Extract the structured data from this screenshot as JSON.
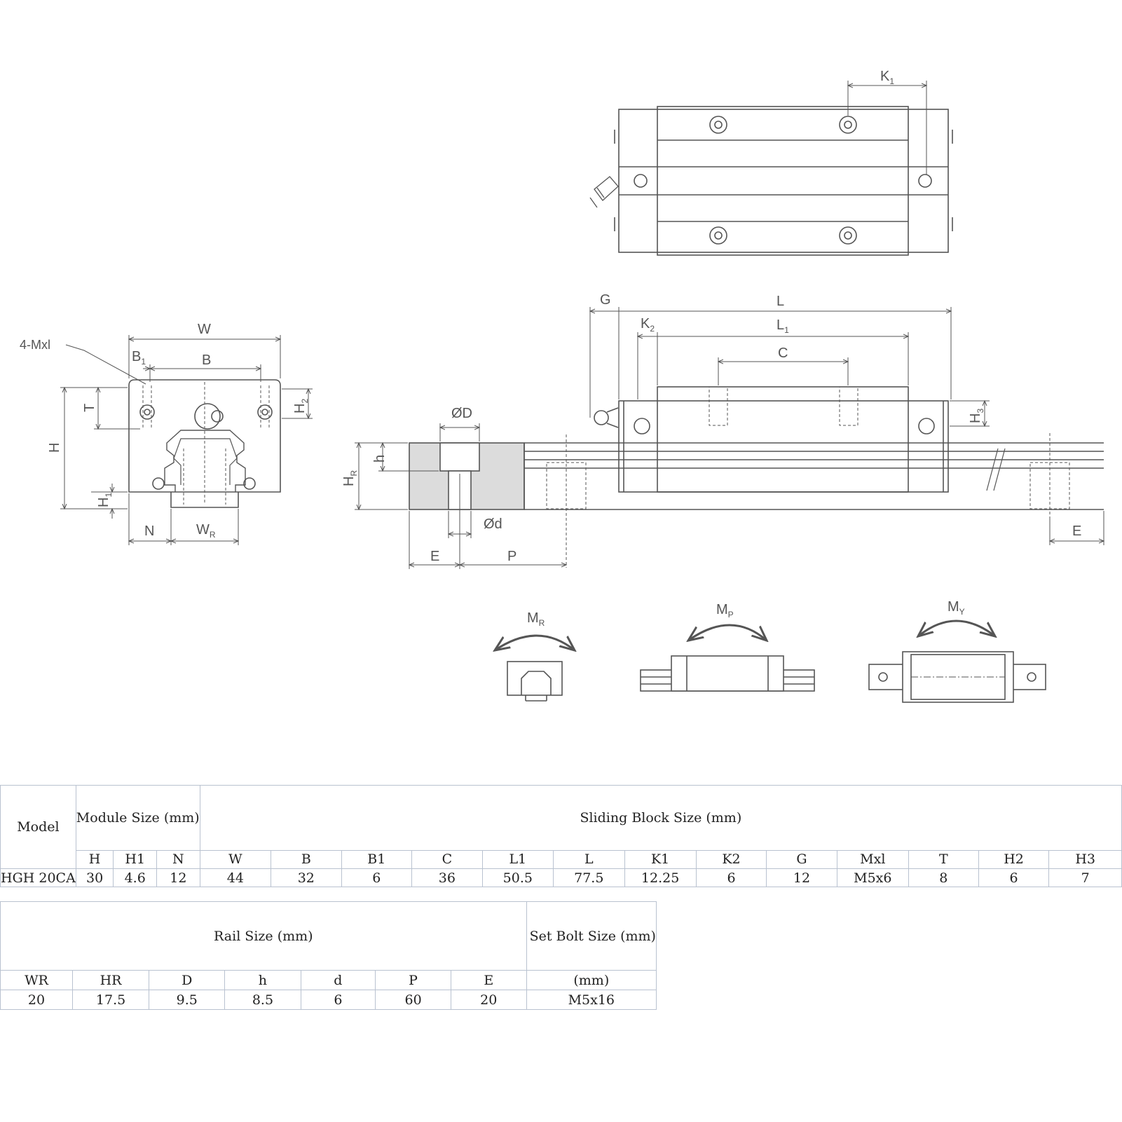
{
  "labels": {
    "k1": "K",
    "mxl": "4-Mxl",
    "b1": "B",
    "w": "W",
    "b": "B",
    "t": "T",
    "h": "H",
    "h1": "H",
    "h2": "H",
    "n": "N",
    "wr": "W",
    "g": "G",
    "l": "L",
    "k2": "K",
    "l1": "L",
    "c": "C",
    "h3": "H",
    "od_big": "ØD",
    "od_small": "Ød",
    "hr": "H",
    "h_small": "h",
    "e_left": "E",
    "p": "P",
    "e_right": "E",
    "mr": "M",
    "mp": "M",
    "my": "M"
  },
  "subscripts": {
    "k1": "1",
    "b1": "1",
    "h1": "1",
    "h2": "2",
    "wr": "R",
    "k2": "2",
    "l1": "1",
    "h3": "3",
    "hr": "R",
    "mr": "R",
    "mp": "P",
    "my": "Y"
  },
  "block_table": {
    "model_header": "Model",
    "module_header": "Module\nSize\n(mm)",
    "sliding_header": "Sliding Block Size (mm)",
    "module_cols": [
      "H",
      "H1",
      "N"
    ],
    "sliding_cols": [
      "W",
      "B",
      "B1",
      "C",
      "L1",
      "L",
      "K1",
      "K2",
      "G",
      "Mxl",
      "T",
      "H2",
      "H3"
    ],
    "model": "HGH 20CA",
    "module_values": [
      "30",
      "4.6",
      "12"
    ],
    "sliding_values": [
      "44",
      "32",
      "6",
      "36",
      "50.5",
      "77.5",
      "12.25",
      "6",
      "12",
      "M5x6",
      "8",
      "6",
      "7"
    ]
  },
  "rail_table": {
    "rail_header": "Rail Size (mm)",
    "bolt_header": "Set Bolt\nSize (mm)",
    "rail_cols": [
      "WR",
      "HR",
      "D",
      "h",
      "d",
      "P",
      "E"
    ],
    "bolt_col": "(mm)",
    "rail_values": [
      "20",
      "17.5",
      "9.5",
      "8.5",
      "6",
      "60",
      "20"
    ],
    "bolt_value": "M5x16"
  },
  "colors": {
    "line": "#555555",
    "section_fill": "#dcdcdc",
    "table_border": "#b9c2d0"
  }
}
